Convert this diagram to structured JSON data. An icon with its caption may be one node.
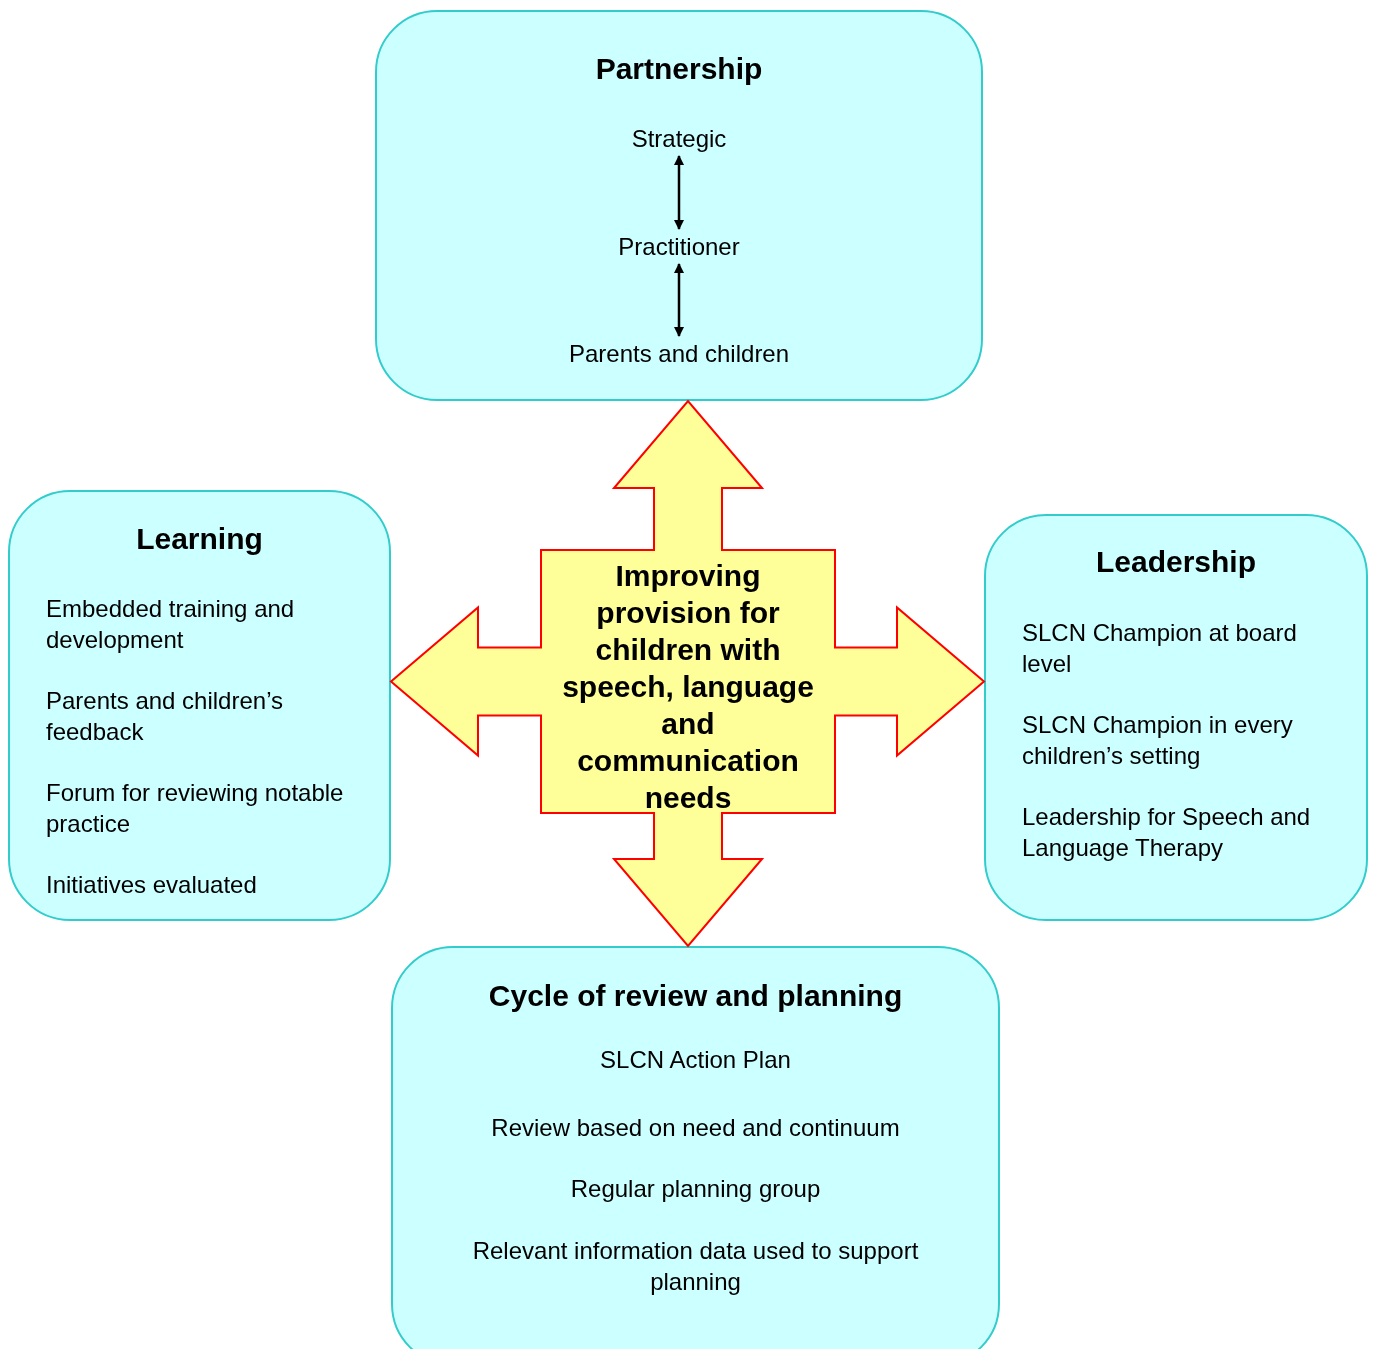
{
  "diagram": {
    "nodes": [
      {
        "text": [
          "Partnership"
        ]
      },
      {
        "text": [
          "Strategic"
        ],
        "in": 0
      },
      {
        "text": [
          "Practitioner"
        ],
        "in": 0
      },
      {
        "text": [
          "Parents and children"
        ],
        "in": 0
      },
      {
        "text": [
          "Learning",
          "Embedded training and development",
          "Parents and children’s feedback",
          "Forum for reviewing notable practice",
          "Initiatives evaluated"
        ]
      },
      {
        "text": [
          "Improving provision for children with speech, language and communication needs"
        ]
      },
      {
        "text": [
          "Leadership",
          "SLCN Champion at board level",
          "SLCN Champion in every children’s setting",
          "Leadership for Speech and Language Therapy"
        ]
      },
      {
        "text": [
          "Cycle of review and planning",
          "SLCN Action Plan",
          "Review based on need and continuum",
          "Regular planning group",
          "Relevant information data used to support planning"
        ]
      }
    ],
    "edges": [
      {
        "from": 1,
        "to": 2,
        "arrow": "both"
      },
      {
        "from": 2,
        "to": 3,
        "arrow": "both"
      },
      {
        "from": 5,
        "to": 0,
        "arrow": "to",
        "style": "thick"
      },
      {
        "from": 5,
        "to": 4,
        "arrow": "to",
        "style": "thick"
      },
      {
        "from": 5,
        "to": 6,
        "arrow": "to",
        "style": "thick"
      },
      {
        "from": 5,
        "to": 7,
        "arrow": "to",
        "style": "thick"
      }
    ]
  }
}
